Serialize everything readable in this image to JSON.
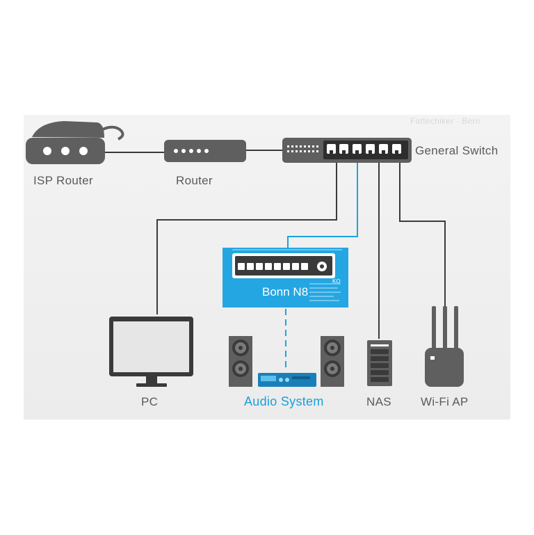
{
  "labels": {
    "isp_router": "ISP Router",
    "router": "Router",
    "general_switch": "General Switch",
    "bonn": "Bonn N8",
    "bonn_badge": "KO",
    "pc": "PC",
    "audio_system": "Audio System",
    "nas": "NAS",
    "wifi_ap": "Wi-Fi AP",
    "watermark": "Fattechiker · Bern"
  },
  "colors": {
    "device_gray": "#5f5f5f",
    "line_dark": "#3a3a3a",
    "accent_blue": "#1a9fd8",
    "bonn_blue": "#24a6e3"
  },
  "icons": [
    "isp-router-icon",
    "router-icon",
    "switch-icon",
    "bonn-n8-icon",
    "monitor-icon",
    "speaker-icon",
    "amplifier-icon",
    "nas-icon",
    "wifi-ap-icon"
  ]
}
